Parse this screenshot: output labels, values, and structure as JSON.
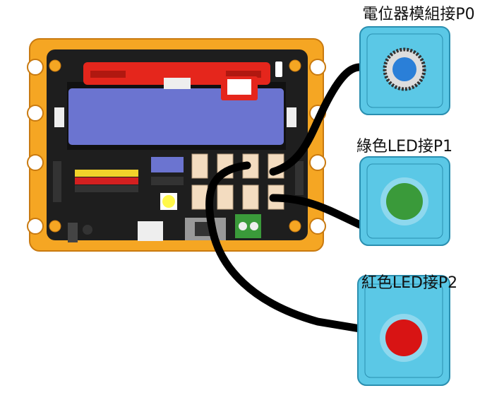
{
  "labels": {
    "potentiometer": "電位器模組接P0",
    "green_led": "綠色LED接P1",
    "red_led": "紅色LED接P2"
  },
  "colors": {
    "frame": "#f5a623",
    "pcb": "#1e1e1e",
    "battery": "#6b74d0",
    "module_red": "#e5261c",
    "module_body": "#5bc8e6",
    "led_green": "#3a9a3a",
    "led_red": "#d81414",
    "cable": "#000000"
  }
}
